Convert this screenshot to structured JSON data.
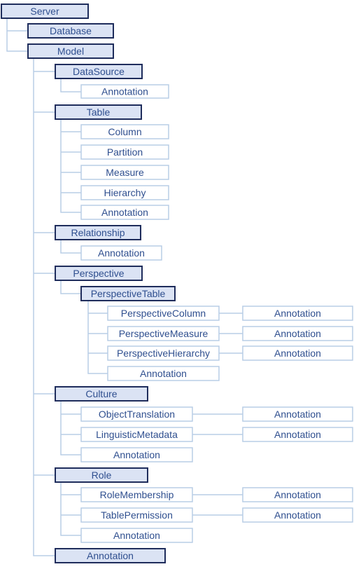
{
  "nodes": {
    "server": "Server",
    "database": "Database",
    "model": "Model",
    "datasource": "DataSource",
    "datasource_annotation": "Annotation",
    "table": "Table",
    "column": "Column",
    "partition": "Partition",
    "measure": "Measure",
    "hierarchy": "Hierarchy",
    "table_annotation": "Annotation",
    "relationship": "Relationship",
    "relationship_annotation": "Annotation",
    "perspective": "Perspective",
    "perspective_table": "PerspectiveTable",
    "perspective_column": "PerspectiveColumn",
    "perspective_column_annotation": "Annotation",
    "perspective_measure": "PerspectiveMeasure",
    "perspective_measure_annotation": "Annotation",
    "perspective_hierarchy": "PerspectiveHierarchy",
    "perspective_hierarchy_annotation": "Annotation",
    "perspective_table_annotation": "Annotation",
    "culture": "Culture",
    "object_translation": "ObjectTranslation",
    "object_translation_annotation": "Annotation",
    "linguistic_metadata": "LinguisticMetadata",
    "linguistic_metadata_annotation": "Annotation",
    "culture_annotation": "Annotation",
    "role": "Role",
    "role_membership": "RoleMembership",
    "role_membership_annotation": "Annotation",
    "table_permission": "TablePermission",
    "table_permission_annotation": "Annotation",
    "role_annotation": "Annotation",
    "model_annotation": "Annotation"
  },
  "colors": {
    "primary_fill": "#dbe3f4",
    "primary_stroke": "#1f2d5c",
    "secondary_fill": "#ffffff",
    "secondary_stroke": "#b9cde6",
    "connector": "#b9cde6",
    "text": "#2f4f8f"
  }
}
